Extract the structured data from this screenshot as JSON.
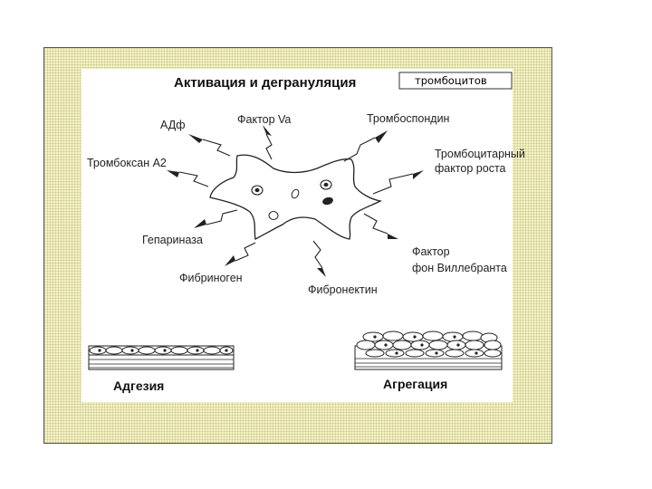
{
  "title": {
    "main": "Активация и дегрануляция",
    "suffix": "тромбоцитов"
  },
  "factors": {
    "adf": "АДф",
    "factor_va": "Фактор Va",
    "thrombospondin": "Тромбоспондин",
    "thromboxane": "Тромбоксан А2",
    "growth_factor_line1": "Тромбоцитарный",
    "growth_factor_line2": "фактор роста",
    "heparinase": "Гепариназа",
    "fibrinogen": "Фибриноген",
    "fibronectin": "Фибронектин",
    "vwf_line1": "Фактор",
    "vwf_line2": "фон Виллебранта"
  },
  "captions": {
    "adhesion": "Адгезия",
    "aggregation": "Агрегация"
  }
}
